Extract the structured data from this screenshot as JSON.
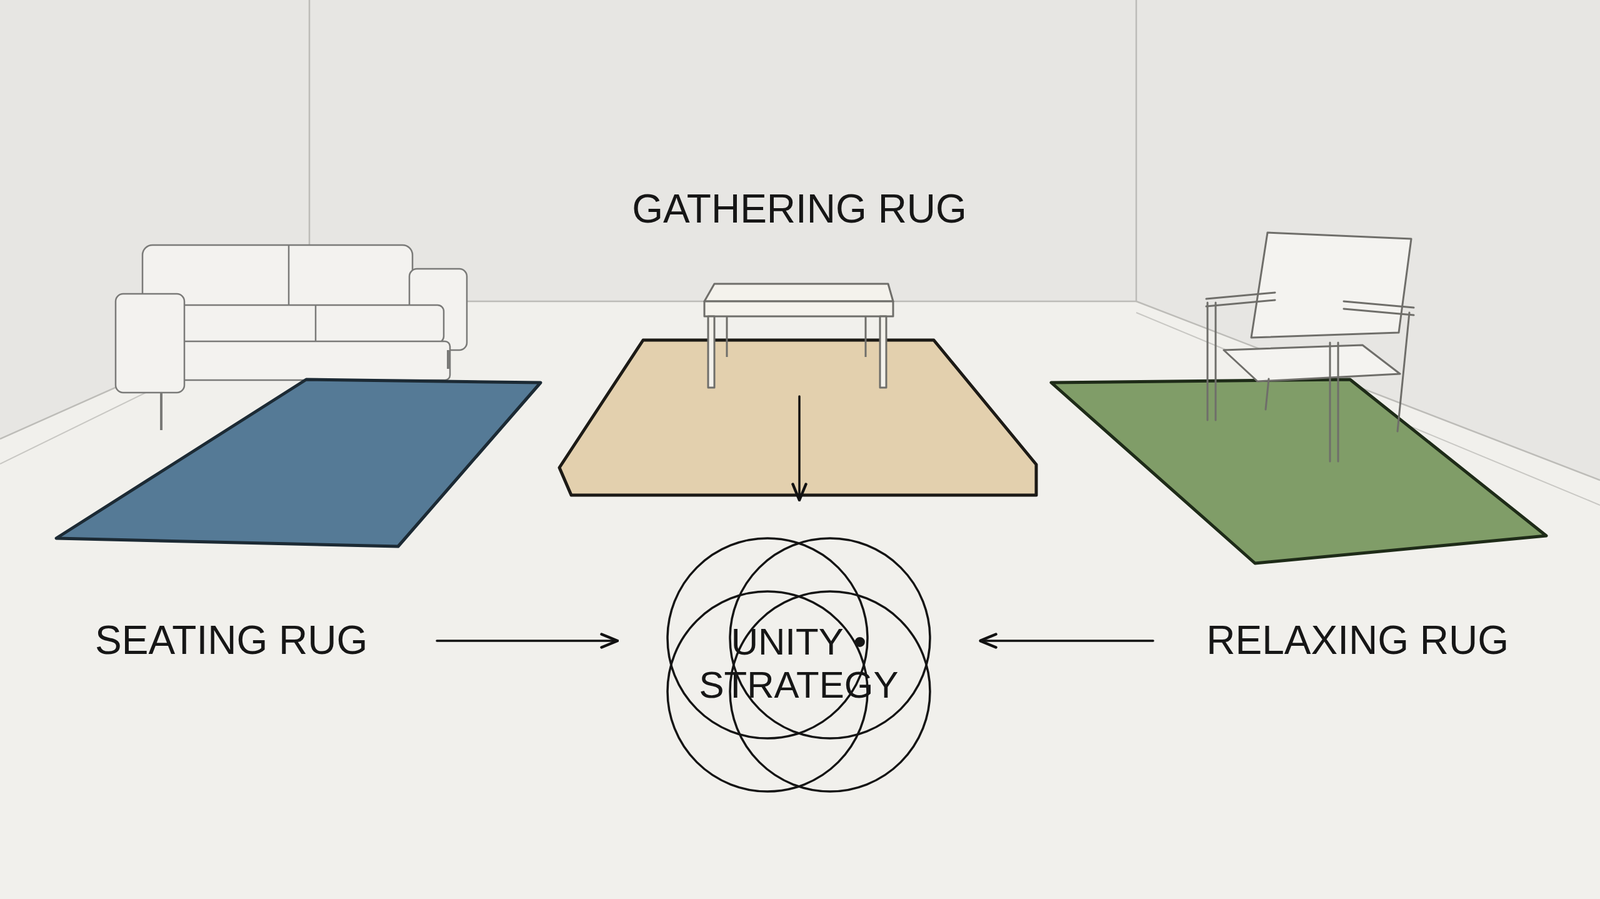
{
  "diagram": {
    "nodes": [
      {
        "text": [
          "GATHERING RUG"
        ]
      },
      {
        "text": [
          "SEATING RUG"
        ]
      },
      {
        "text": [
          "RELAXING RUG"
        ]
      },
      {
        "text": [
          "UNITY • STRATEGY"
        ]
      }
    ],
    "edges": [
      {
        "from": 0,
        "to": 3,
        "arrow": "to"
      },
      {
        "from": 1,
        "to": 3,
        "arrow": "to"
      },
      {
        "from": 2,
        "to": 3,
        "arrow": "to"
      }
    ]
  }
}
